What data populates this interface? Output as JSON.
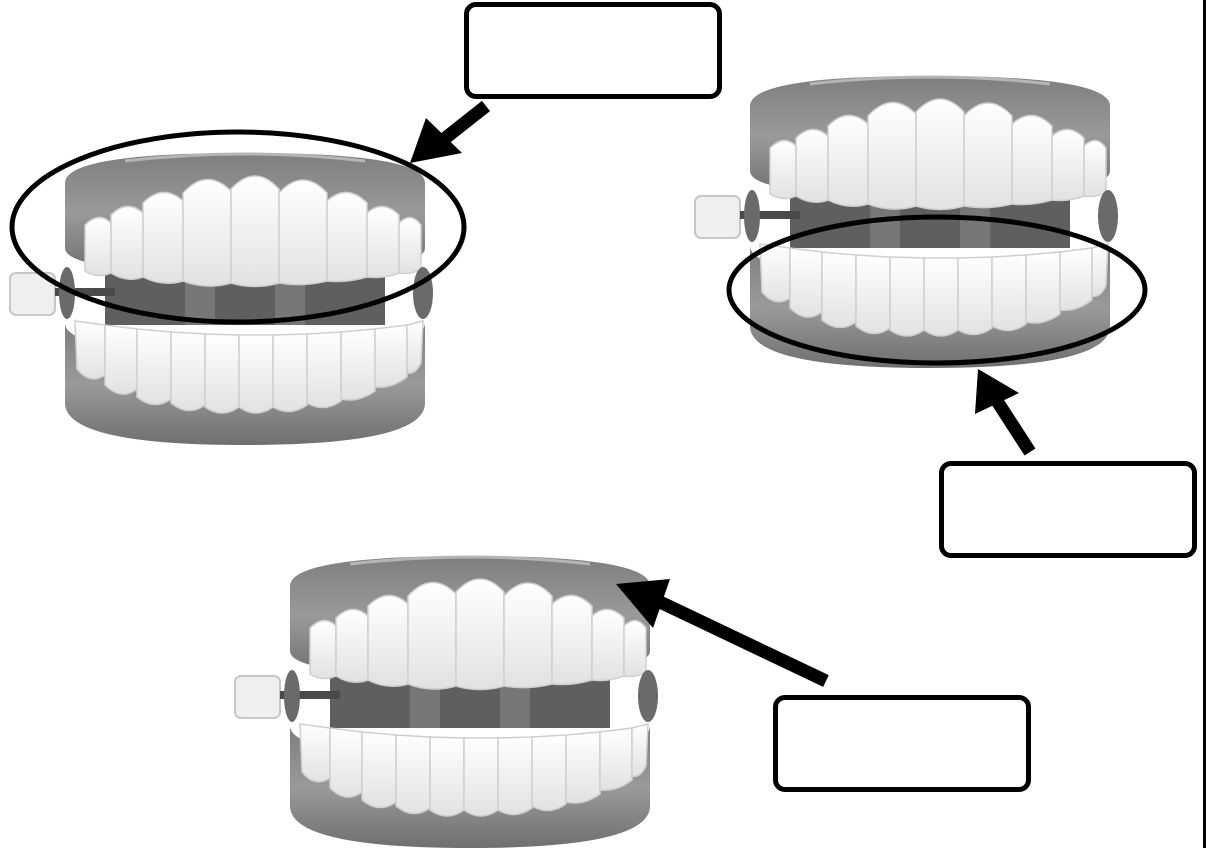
{
  "diagram": {
    "colors": {
      "gum": "#8c8c8c",
      "gum_dark": "#6f6f6f",
      "tooth": "#f6f6f6",
      "tooth_edge": "#cfcfcf",
      "key": "#efefef",
      "ink": "#000000"
    },
    "labels": [
      {
        "id": "upper-jaw-label",
        "text": ""
      },
      {
        "id": "lower-jaw-label",
        "text": ""
      },
      {
        "id": "gum-label",
        "text": ""
      }
    ],
    "figures": [
      {
        "id": "jaw-figure-1",
        "icon": "wind-up-teeth-icon",
        "highlight": "upper-teeth"
      },
      {
        "id": "jaw-figure-2",
        "icon": "wind-up-teeth-icon",
        "highlight": "lower-teeth"
      },
      {
        "id": "jaw-figure-3",
        "icon": "wind-up-teeth-icon",
        "highlight": "gum"
      }
    ]
  }
}
